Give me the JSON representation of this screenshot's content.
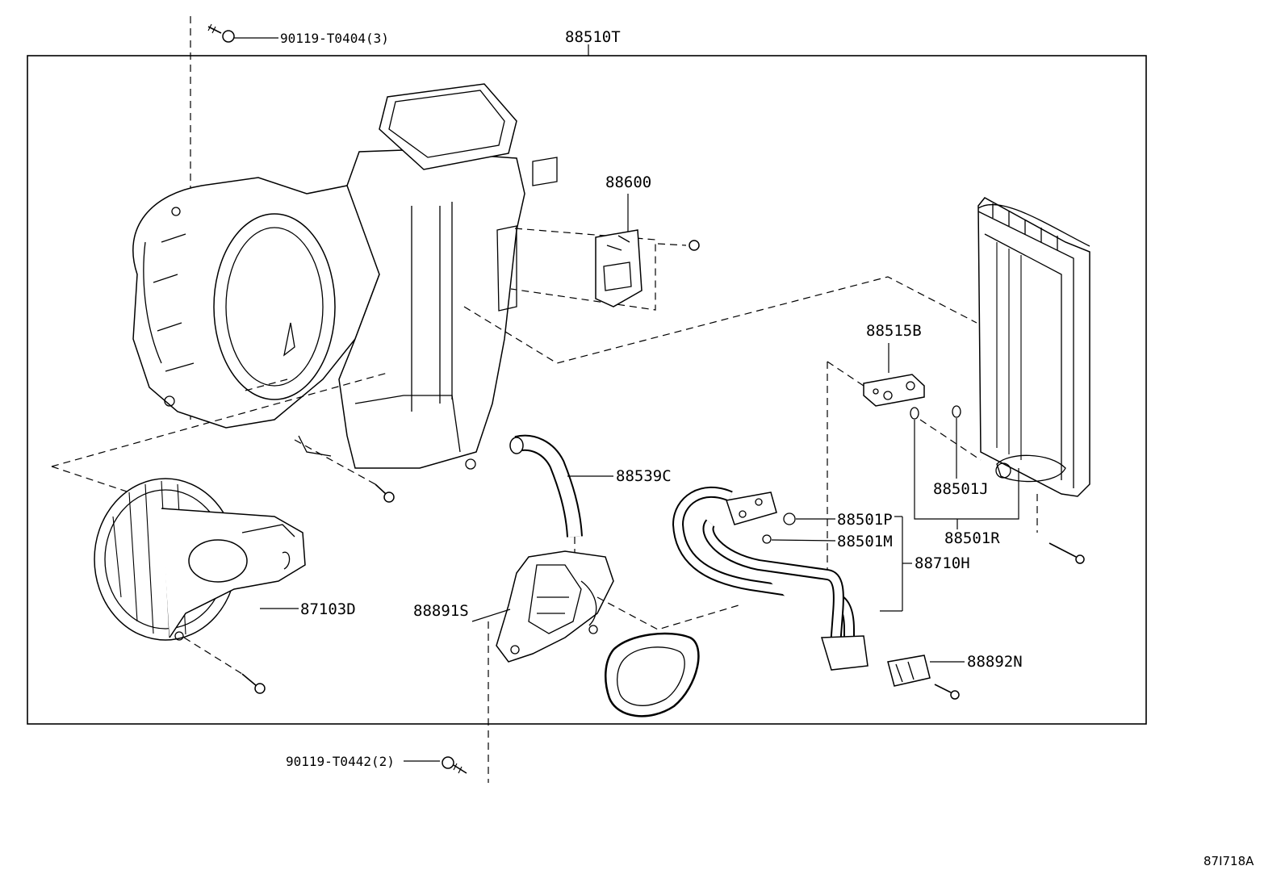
{
  "diagram": {
    "labels": {
      "assembly": "88510T",
      "screw_top": "90119-T0404(3)",
      "resistor": "88600",
      "exp_valve": "88515B",
      "drain_hose": "88539C",
      "oring_j": "88501J",
      "oring_p": "88501P",
      "oring_m": "88501M",
      "oring_r": "88501R",
      "tube": "88710H",
      "blower": "87103D",
      "case": "88891S",
      "clamp": "88892N",
      "screw_bottom": "90119-T0442(2)",
      "ref_code": "87I718A"
    }
  }
}
